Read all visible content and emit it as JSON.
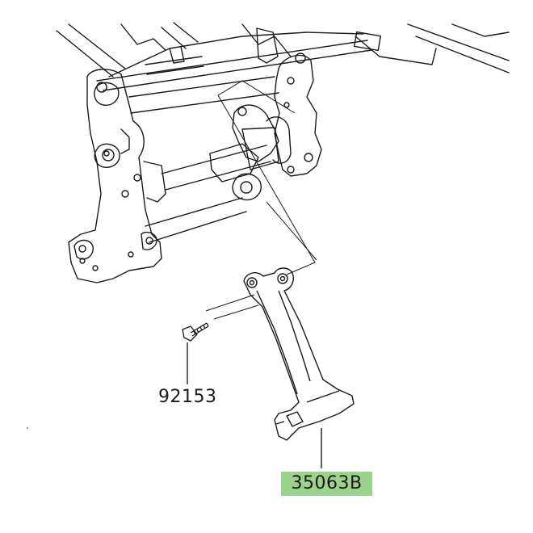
{
  "parts": [
    {
      "id": "bolt",
      "number": "92153"
    },
    {
      "id": "bracket",
      "number": "35063B",
      "highlight_color": "#9bd38c"
    }
  ],
  "colors": {
    "line": "#1a1a1a",
    "background": "#ffffff"
  }
}
